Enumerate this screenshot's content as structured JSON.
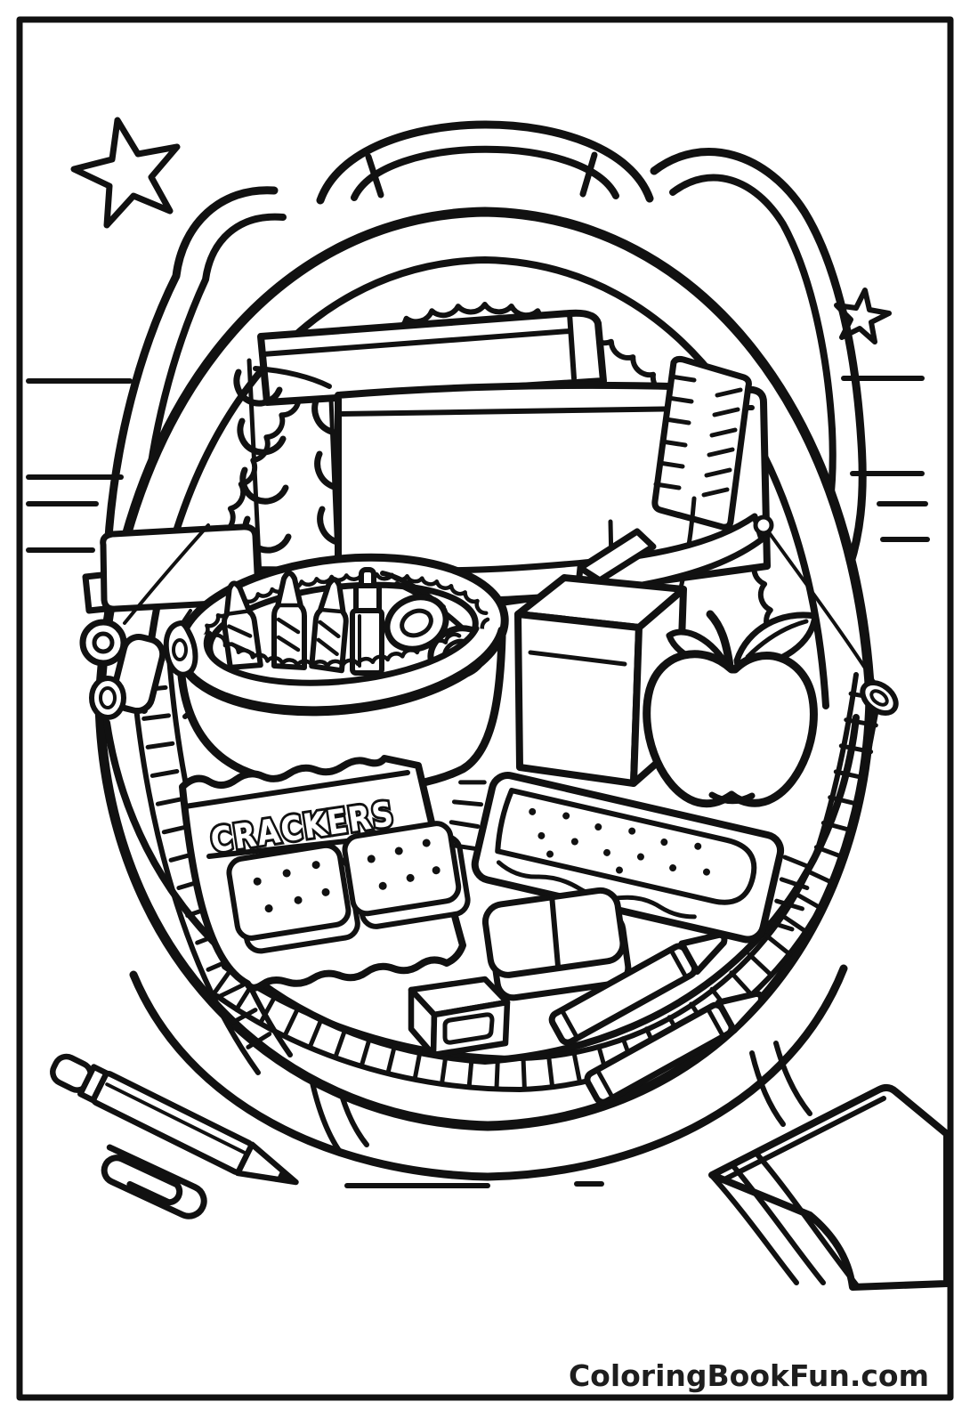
{
  "colors": {
    "line": "#111111",
    "paper": "#ffffff",
    "watermark": "#1e1e1e"
  },
  "footer": {
    "watermark": "ColoringBookFun.com"
  },
  "crackers_bag": {
    "label": "CRACKERS"
  },
  "scene": {
    "type": "coloring-book line art",
    "items": [
      "star-large",
      "star-small",
      "desk-lines",
      "backpack",
      "top-handle",
      "left-strap",
      "right-strap",
      "zipper-teeth",
      "zipper-pulls",
      "folder",
      "spiral-notebook-back",
      "spiral-notebook-front",
      "ruler",
      "inner-pocket",
      "pencil-case",
      "crayons-in-case",
      "marker",
      "scissors",
      "juice-box",
      "apple",
      "crackers-bag",
      "sandwich-crackers",
      "granola-bar",
      "eraser",
      "pencil-sharpener",
      "crayon-pair",
      "pencil",
      "paperclip",
      "closed-book"
    ]
  }
}
